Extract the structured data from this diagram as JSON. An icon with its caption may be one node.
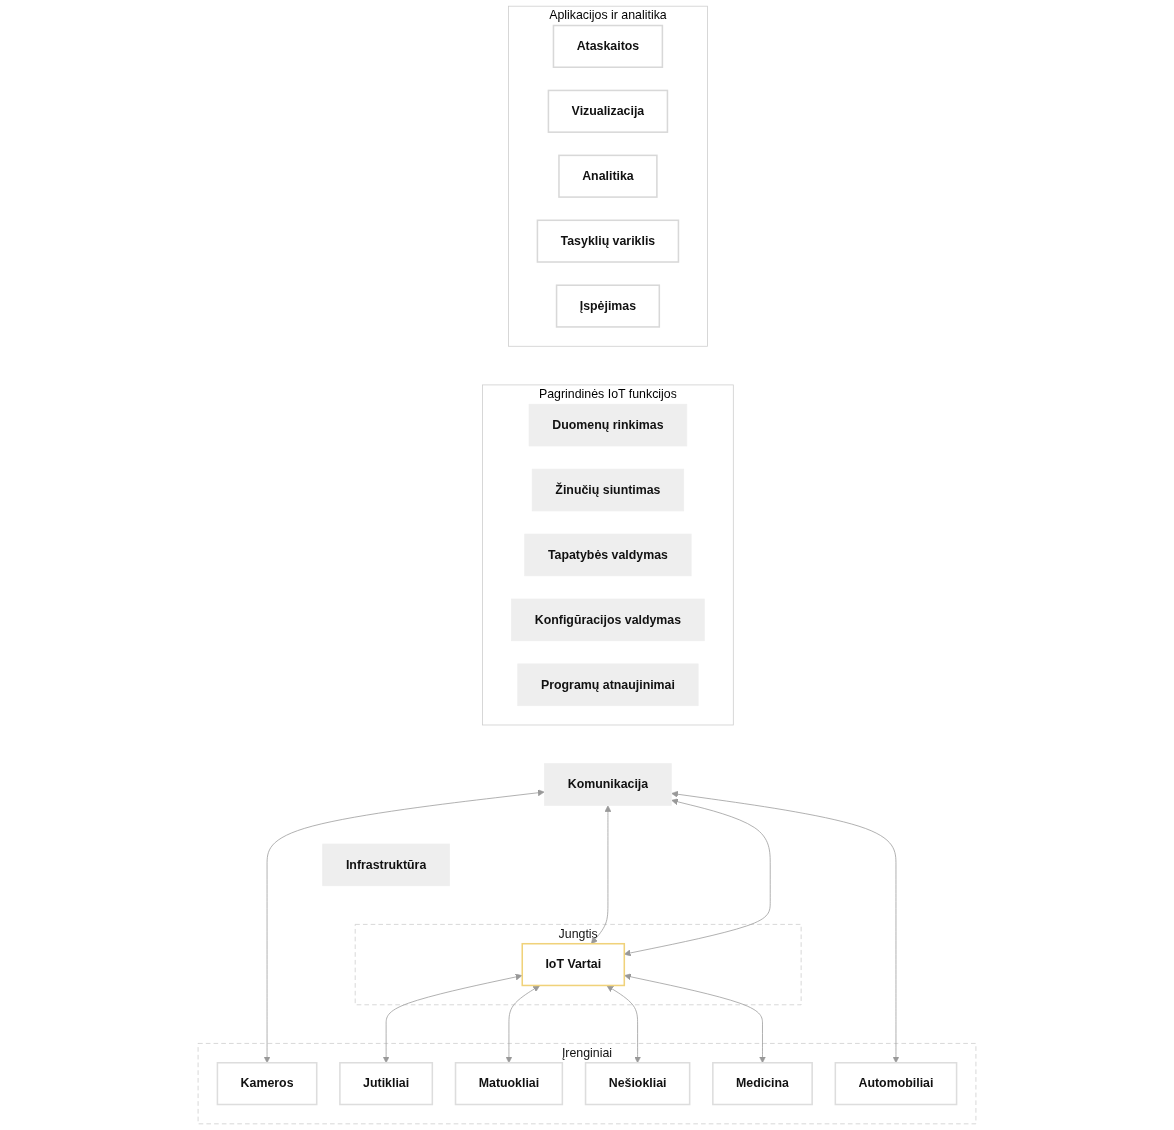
{
  "diagram": {
    "nodes": [
      {
        "text": [
          "Aplikacijos ir analitika"
        ]
      },
      {
        "text": [
          "Ataskaitos"
        ],
        "in": 0
      },
      {
        "text": [
          "Vizualizacija"
        ],
        "in": 0
      },
      {
        "text": [
          "Analitika"
        ],
        "in": 0
      },
      {
        "text": [
          "Tasyklių variklis"
        ],
        "in": 0
      },
      {
        "text": [
          "Įspėjimas"
        ],
        "in": 0
      },
      {
        "text": [
          "Pagrindinės IoT funkcijos"
        ]
      },
      {
        "text": [
          "Duomenų rinkimas"
        ],
        "in": 6
      },
      {
        "text": [
          "Žinučių siuntimas"
        ],
        "in": 6
      },
      {
        "text": [
          "Tapatybės valdymas"
        ],
        "in": 6
      },
      {
        "text": [
          "Konfigūracijos valdymas"
        ],
        "in": 6
      },
      {
        "text": [
          "Programų atnaujinimai"
        ],
        "in": 6
      },
      {
        "text": [
          "Komunikacija"
        ]
      },
      {
        "text": [
          "Infrastruktūra"
        ]
      },
      {
        "text": [
          "Jungtis"
        ]
      },
      {
        "text": [
          "IoT Vartai"
        ],
        "in": 14
      },
      {
        "text": [
          "Įrenginiai"
        ]
      },
      {
        "text": [
          "Kameros"
        ],
        "in": 16
      },
      {
        "text": [
          "Jutikliai"
        ],
        "in": 16
      },
      {
        "text": [
          "Matuokliai"
        ],
        "in": 16
      },
      {
        "text": [
          "Nešiokliai"
        ],
        "in": 16
      },
      {
        "text": [
          "Medicina"
        ],
        "in": 16
      },
      {
        "text": [
          "Automobiliai"
        ],
        "in": 16
      }
    ],
    "edges": [
      {
        "from": 12,
        "to": 17,
        "arrow": "both"
      },
      {
        "from": 12,
        "to": 22,
        "arrow": "both"
      },
      {
        "from": 12,
        "to": 15,
        "arrow": "both"
      },
      {
        "from": 12,
        "to": 15,
        "arrow": "both"
      },
      {
        "from": 15,
        "to": 18,
        "arrow": "both"
      },
      {
        "from": 15,
        "to": 19,
        "arrow": "both"
      },
      {
        "from": 15,
        "to": 20,
        "arrow": "both"
      },
      {
        "from": 15,
        "to": 21,
        "arrow": "both"
      }
    ]
  }
}
